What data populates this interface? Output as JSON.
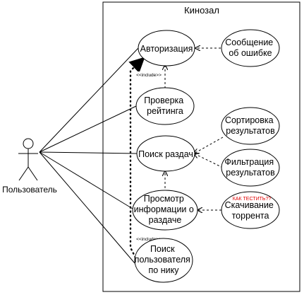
{
  "system": {
    "title": "Кинозал"
  },
  "actor": {
    "label": "Пользователь"
  },
  "usecases": {
    "auth": [
      "Авторизация"
    ],
    "error": [
      "Сообщение",
      "об ошибке"
    ],
    "rating": [
      "Проверка",
      "рейтинга"
    ],
    "sort": [
      "Сортировка",
      "результатов"
    ],
    "search": [
      "Поиск раздач"
    ],
    "filter": [
      "Фильтрация",
      "результатов"
    ],
    "view": [
      "Просмотр",
      "информации о",
      "раздаче"
    ],
    "download": [
      "Скачивание",
      "торрента"
    ],
    "user_search": [
      "Поиск",
      "пользователя",
      "по нику"
    ]
  },
  "include_label": "<<include>>",
  "annotation": "КАК ТЕСТИТЬ??",
  "colors": {
    "line": "#000000",
    "note": "#e00000",
    "background": "#ffffff"
  }
}
